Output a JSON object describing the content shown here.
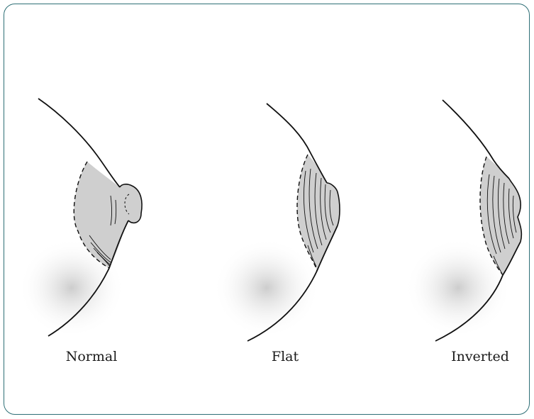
{
  "figure": {
    "labels": {
      "normal": "Normal",
      "flat": "Flat",
      "inverted": "Inverted"
    },
    "colors": {
      "frame_border": "#2e6f76",
      "areola_fill": "#cfcfcf",
      "outline": "#111111",
      "shadow": "#c8c8c8"
    }
  }
}
